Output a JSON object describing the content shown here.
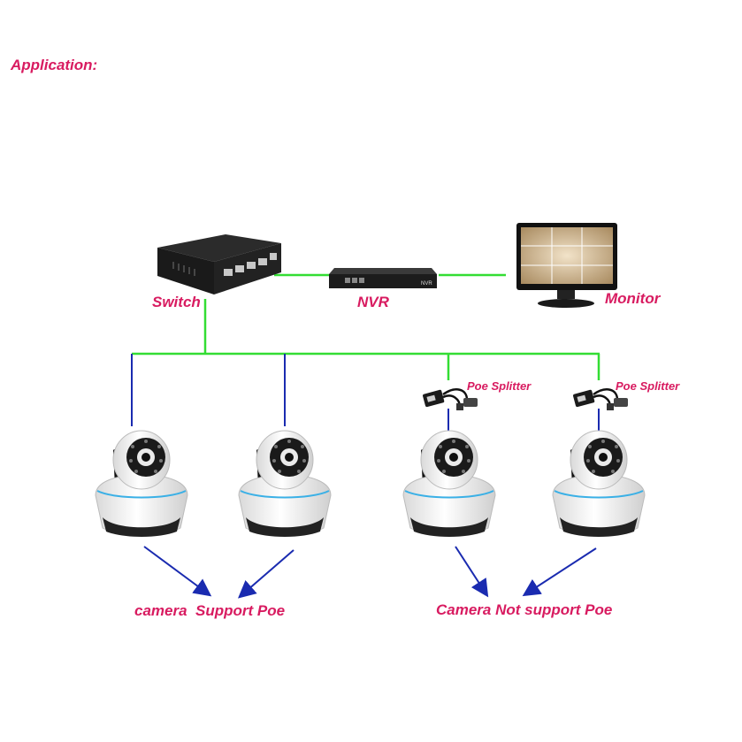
{
  "title": "Application:",
  "nodes": {
    "switch": "Switch",
    "nvr": "NVR",
    "monitor": "Monitor",
    "poe_splitter_1": "Poe Splitter",
    "poe_splitter_2": "Poe Splitter"
  },
  "groups": {
    "support": "camera  Support Poe",
    "not_support": "Camera Not support Poe"
  },
  "devices": {
    "nvr_badge": "NVR"
  },
  "colors": {
    "label": "#d81b60",
    "network_link": "#33dd33",
    "camera_link": "#1a2bb0"
  }
}
